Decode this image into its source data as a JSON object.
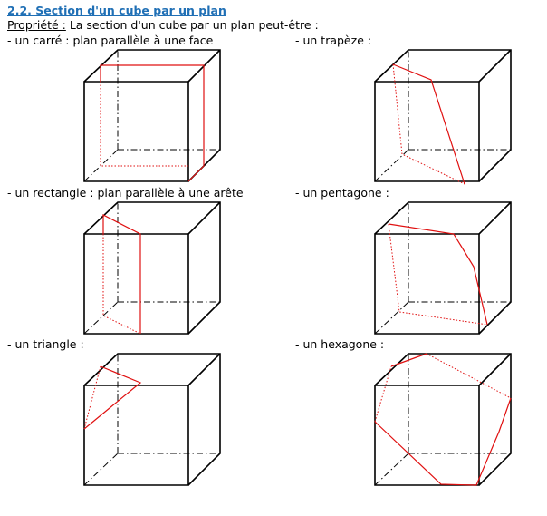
{
  "heading": "2.2. Section d'un cube par un plan",
  "property": {
    "label": "Propriété :",
    "text": " La section d'un cube par un plan peut-être :"
  },
  "cases": {
    "carre": "- un carré : plan parallèle à une face",
    "trapeze": "- un trapèze :",
    "rectangle": "- un rectangle : plan parallèle à une arête",
    "pentagone": "- un pentagone :",
    "triangle": "- un triangle :",
    "hexagone": "- un hexagone :"
  },
  "colors": {
    "heading": "#1f6fb5",
    "section": "#e01010",
    "edges": "#000000"
  }
}
